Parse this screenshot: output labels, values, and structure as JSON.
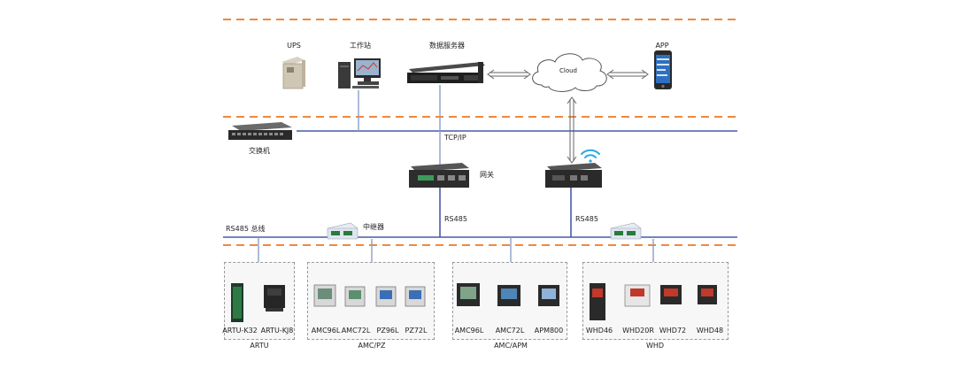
{
  "top_devices": {
    "ups": "UPS",
    "workstation": "工作站",
    "data_server": "数据服务器",
    "cloud": "Cloud",
    "app": "APP"
  },
  "network": {
    "switch": "交换机",
    "tcpip": "TCP/IP",
    "gateway": "网关",
    "rs485_left": "RS485",
    "rs485_right": "RS485",
    "rs485_bus": "RS485 总线",
    "repeater": "中继器"
  },
  "groups": [
    {
      "title": "ARTU",
      "items": [
        "ARTU-K32",
        "ARTU-KJ8"
      ]
    },
    {
      "title": "AMC/PZ",
      "items": [
        "AMC96L",
        "AMC72L",
        "PZ96L",
        "PZ72L"
      ]
    },
    {
      "title": "AMC/APM",
      "items": [
        "AMC96L",
        "AMC72L",
        "APM800"
      ]
    },
    {
      "title": "WHD",
      "items": [
        "WHD46",
        "WHD20R",
        "WHD72",
        "WHD48"
      ]
    }
  ],
  "colors": {
    "divider": "#f0883e",
    "bus_line": "#4a5aa8",
    "link_line": "#8a9fc8",
    "wifi": "#2aa8e0"
  }
}
